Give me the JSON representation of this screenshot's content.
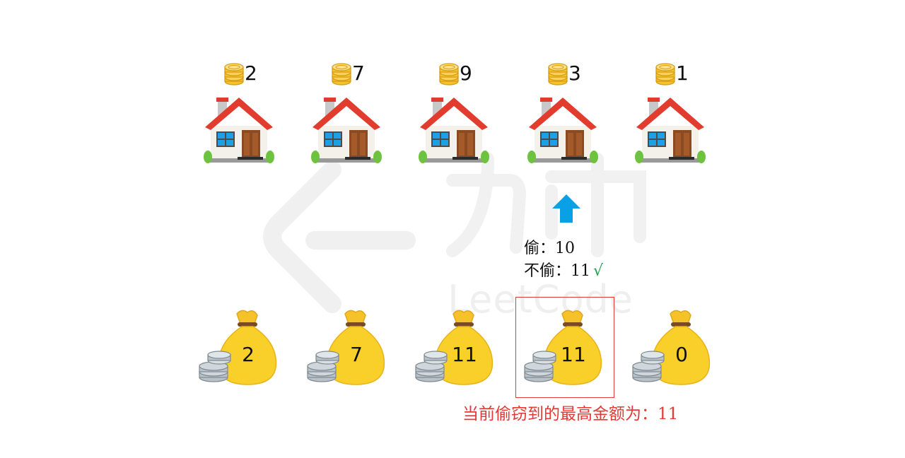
{
  "houses": [
    {
      "money": "2"
    },
    {
      "money": "7"
    },
    {
      "money": "9"
    },
    {
      "money": "3"
    },
    {
      "money": "1"
    }
  ],
  "bags": [
    {
      "value": "2"
    },
    {
      "value": "7"
    },
    {
      "value": "11"
    },
    {
      "value": "11"
    },
    {
      "value": "0"
    }
  ],
  "annotation": {
    "steal": "偷：10",
    "skip": "不偷：11",
    "check": "√"
  },
  "result_caption": "当前偷窃到的最高金额为：11",
  "watermark": {
    "text": "LeetCode"
  },
  "colors": {
    "accent_red": "#e53935",
    "check_green": "#22a150",
    "arrow_blue": "#0aa0e6",
    "gold": "#f6c22a"
  },
  "icons": [
    "coin-stack-icon",
    "house-icon",
    "up-arrow-icon",
    "money-bag-icon"
  ]
}
